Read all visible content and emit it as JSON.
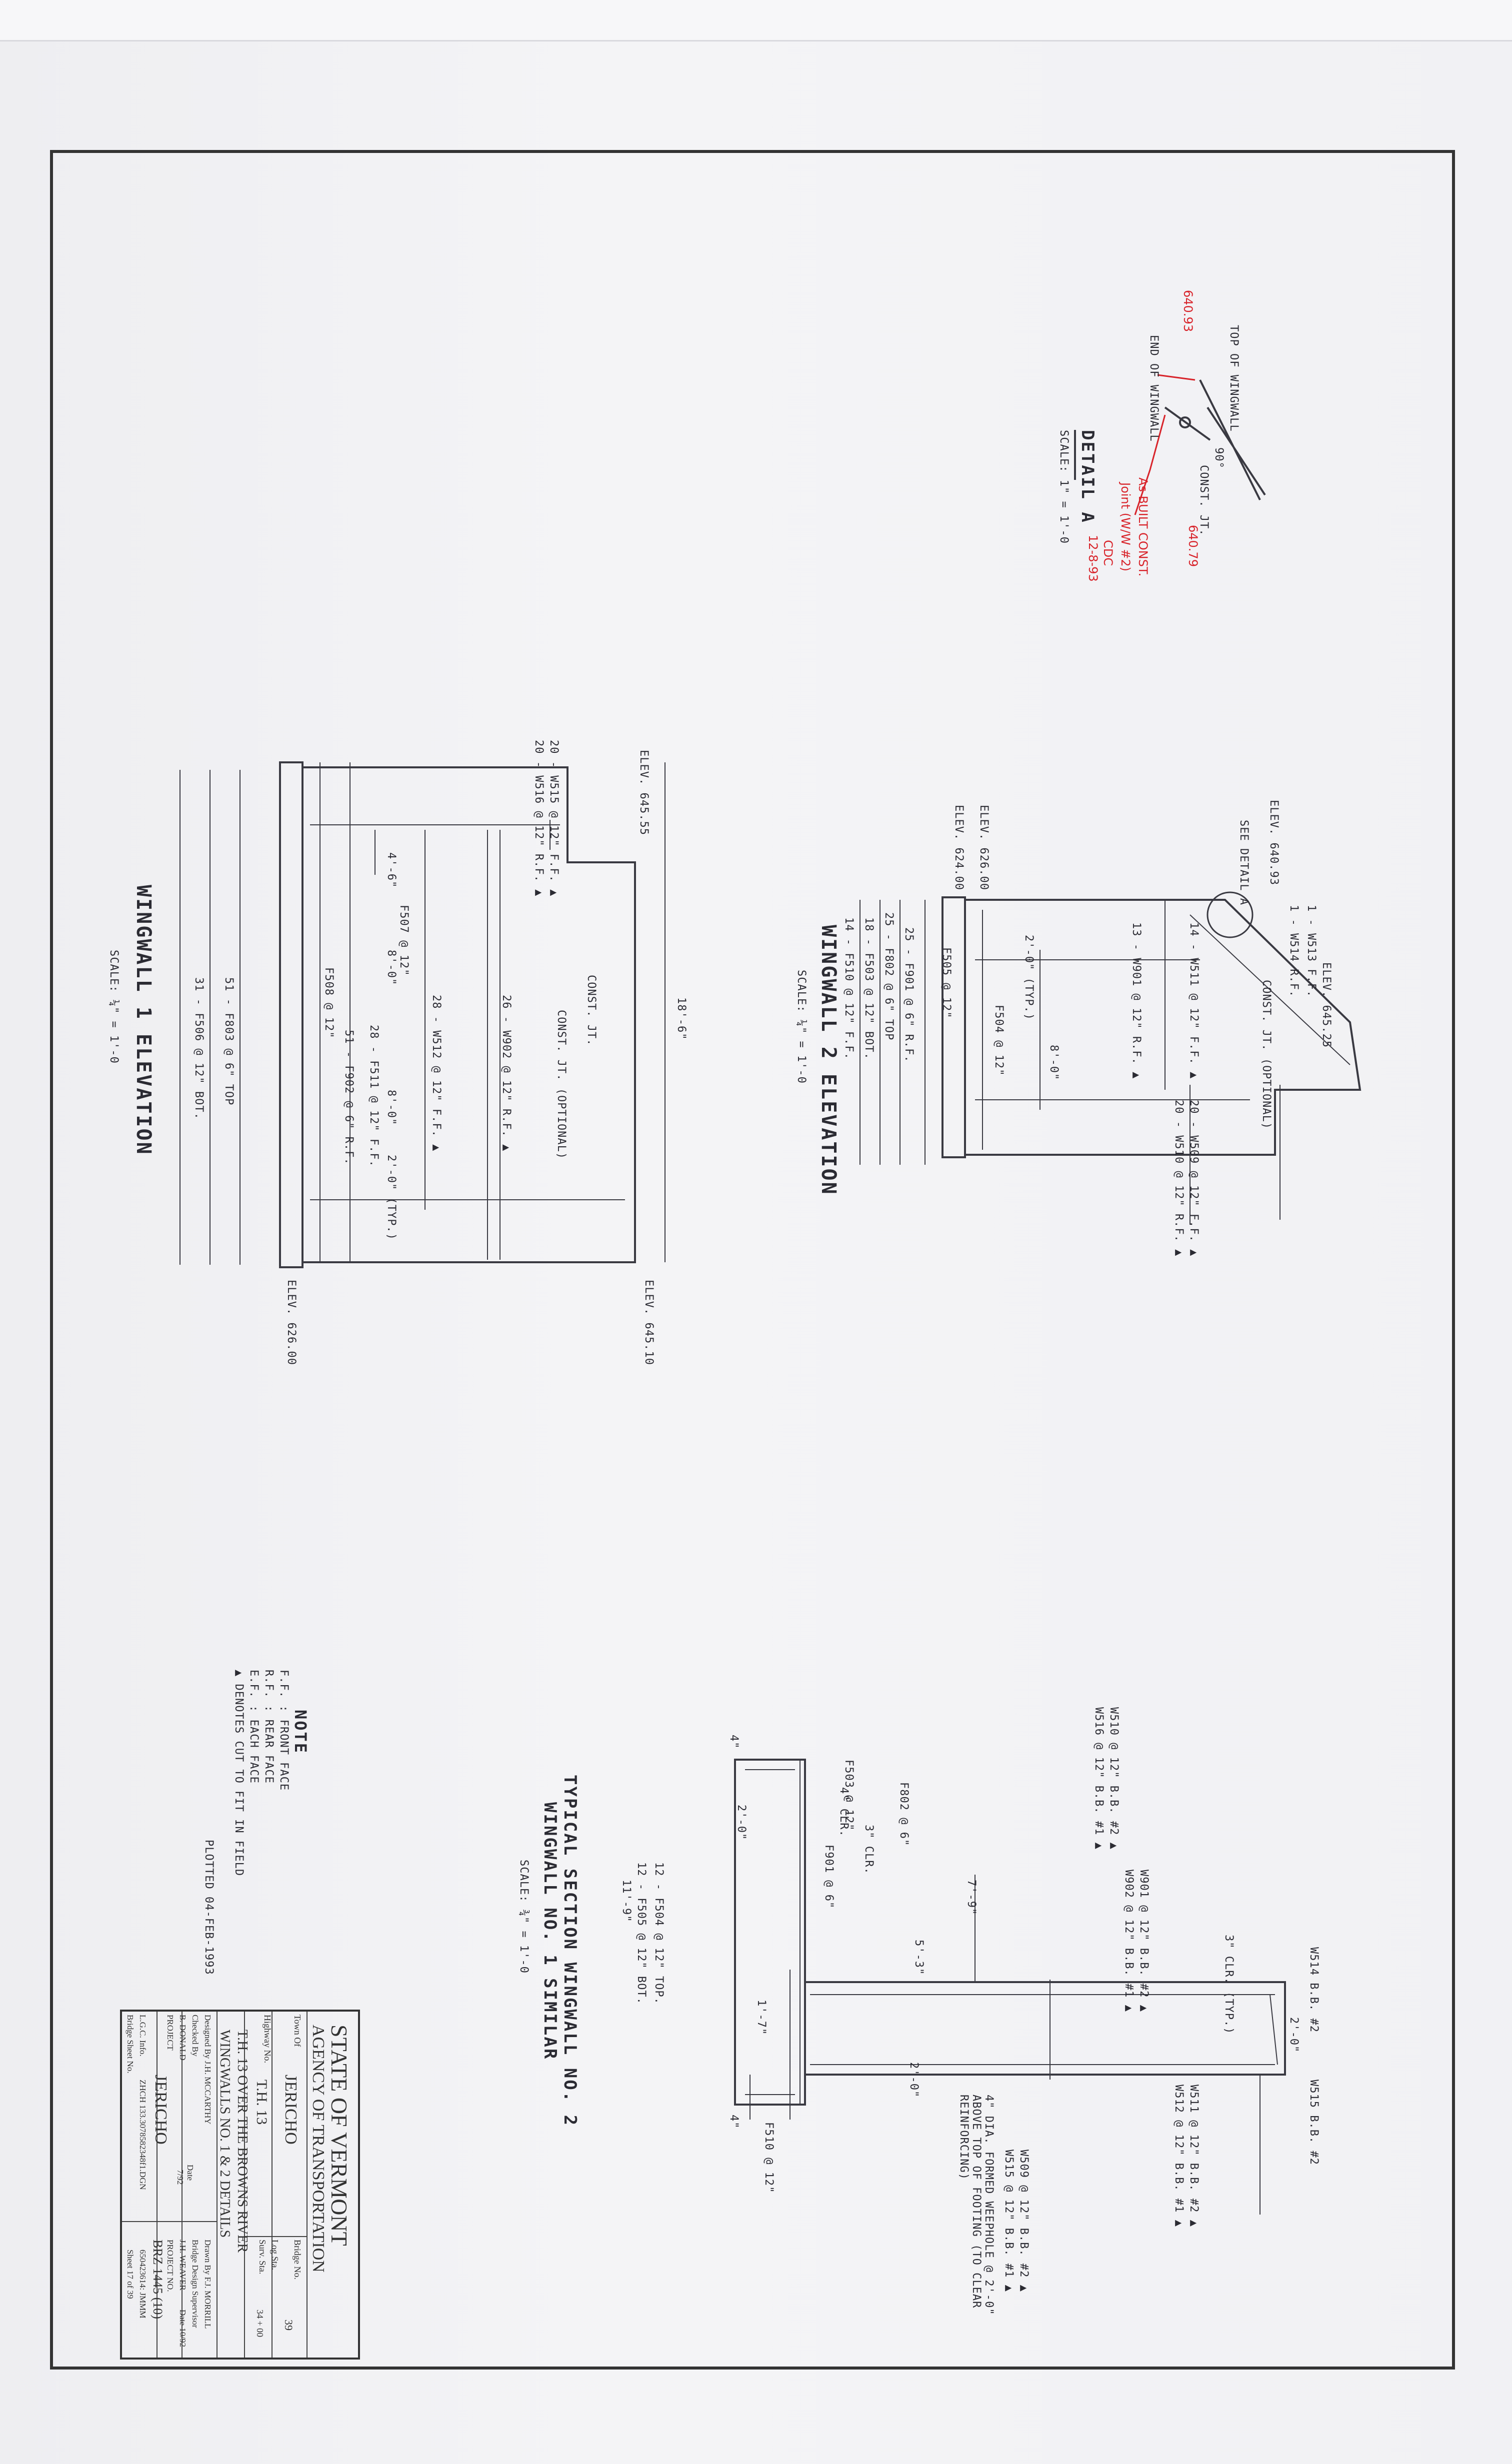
{
  "detail_a": {
    "title": "DETAIL A",
    "scale": "SCALE: 1\" = 1'-0",
    "labels": {
      "top_of_wingwall": "TOP OF WINGWALL",
      "end_of_wingwall": "END OF WINGWALL",
      "const_jt": "CONST. JT.",
      "angle": "90°",
      "handwritten_elev1": "640.93",
      "handwritten_elev2": "640.79",
      "handwritten_note1": "As BUILT CONST.",
      "handwritten_note2": "Joint (W/W #2)",
      "handwritten_initials": "CDC",
      "handwritten_date": "12-8-93"
    }
  },
  "wingwall_1": {
    "title": "WINGWALL 1 ELEVATION",
    "scale": "SCALE: ¼\" = 1'-0",
    "elev_top_left": "ELEV. 645.55",
    "elev_top_right": "ELEV. 645.10",
    "elev_bottom": "ELEV. 626.00",
    "height": "18'-6\"",
    "bars_top": [
      "20 - W515 @ 12\" F.F. ▲",
      "20 - W516 @ 12\" R.F. ▲"
    ],
    "bars_body": [
      "26 - W902 @ 12\" R.F. ▲",
      "28 - W512 @ 12\" F.F. ▲"
    ],
    "bars_footing": [
      "28 - F511 @ 12\" F.F.",
      "51 - F902 @ 6\" R.F.",
      "51 - F803 @ 6\" TOP",
      "31 - F506 @ 12\" BOT."
    ],
    "dowels": [
      "F507 @ 12\"",
      "F508 @ 12\""
    ],
    "dims": [
      "4'-6\"",
      "8'-0\"",
      "8'-0\"",
      "2'-0\" (TYP.)"
    ],
    "const_jt": "CONST. JT.",
    "const_jt_optional": "CONST. JT. (OPTIONAL)"
  },
  "wingwall_2": {
    "title": "WINGWALL 2 ELEVATION",
    "scale": "SCALE: ¼\" = 1'-0",
    "elev_top": "ELEV. 640.93",
    "see_detail": "SEE DETAIL A",
    "elev_right": "ELEV. 645.25",
    "elev_footing": "ELEV. 626.00",
    "elev_bottom": "ELEV. 624.00",
    "bars_top": [
      "1 - W513 F.F.",
      "1 - W514 R.F."
    ],
    "bars_body": [
      "14 - W511 @ 12\" F.F. ▲",
      "13 - W901 @ 12\" R.F. ▲"
    ],
    "bars_footing": [
      "25 - F901 @ 6\" R.F.",
      "25 - F802 @ 6\" TOP",
      "18 - F503 @ 12\" BOT.",
      "14 - F510 @ 12\" F.F."
    ],
    "dowels": [
      "F505 @ 12\"",
      "F504 @ 12\""
    ],
    "dims": [
      "2'-0\" (TYP.)",
      "8'-0\""
    ],
    "bars_bottom": [
      "20 - W509 @ 12\" F.F. ▲",
      "20 - W510 @ 12\" R.F. ▲"
    ],
    "const_jt_optional": "CONST. JT. (OPTIONAL)"
  },
  "typical_section": {
    "title": "TYPICAL SECTION WINGWALL NO. 2",
    "subtitle": "WINGWALL NO. 1 SIMILAR",
    "scale": "SCALE: ¾\" = 1'-0",
    "labels": [
      "W510 @ 12\" B.B. #2 ▲",
      "W516 @ 12\" B.B. #1 ▲",
      "W901 @ 12\" B.B. #2 ▲",
      "W902 @ 12\" B.B. #1 ▲",
      "W514 B.B. #2",
      "W515 B.B. #2",
      "W511 @ 12\" B.B. #2 ▲",
      "W512 @ 12\" B.B. #1 ▲",
      "W509 @ 12\" B.B. #2 ▲",
      "W515 @ 12\" B.B. #1 ▲",
      "F802 @ 6\"",
      "F503 @ 12\"",
      "F901 @ 6\"",
      "F510 @ 12\"",
      "12 - F504 @ 12\" TOP.",
      "12 - F505 @ 12\" BOT.",
      "3\" CLR.",
      "4\" CLR.",
      "3\" CLR. (TYP.)"
    ],
    "dims": [
      "2'-0\"",
      "7'-9\"",
      "5'-3\"",
      "1'-7\"",
      "2'-0\"",
      "11'-9\"",
      "4\"",
      "4\"",
      "2'-0\""
    ],
    "weephole": "4\" DIA. FORMED WEEPHOLE @ 2'-0\" ABOVE TOP OF FOOTING (TO CLEAR REINFORCING)"
  },
  "note": {
    "title": "NOTE",
    "lines": [
      "F.F. : FRONT FACE",
      "R.F. : REAR FACE",
      "E.F. : EACH FACE",
      "▲ DENOTES CUT TO FIT IN FIELD"
    ]
  },
  "plotted": "PLOTTED 04-FEB-1993",
  "title_block": {
    "state": "STATE OF VERMONT",
    "agency": "AGENCY OF TRANSPORTATION",
    "town_label": "Town Of",
    "town": "JERICHO",
    "bridge_no_label": "Bridge No.",
    "bridge_no": "39",
    "highway_label": "Highway No.",
    "highway": "T.H. 13",
    "log_sta_label": "Log Sta.",
    "surv_sta_label": "Surv. Sta.",
    "surv_sta": "34 + 00",
    "description1": "T.H. 13 OVER THE BROWNS RIVER",
    "description2": "WINGWALLS NO. 1 & 2 DETAILS",
    "designed_by": "Designed By J.H. MCCARTHY",
    "drawn_by": "Drawn By F.J. MORRILL",
    "checked_by": "Checked By",
    "bridge_design_supervisor": "Bridge Design Supervisor",
    "checker": "B. DONALD",
    "date_label": "Date",
    "date": "7/92",
    "supervisor": "J.H. WEAVER",
    "supervisor_date": "Date 10/92",
    "project_label": "PROJECT",
    "project": "JERICHO",
    "project_no_label": "PROJECT NO.",
    "project_no": "BRZ 1445 (10)",
    "lg_info": "L.G.C. Info.",
    "file": "ZHCH 133.3078582348f1.DGN",
    "bridge_sheet_no": "Bridge Sheet No.",
    "sheet": "Sheet 17 of 39",
    "file_code": "650423614: JMMM"
  }
}
